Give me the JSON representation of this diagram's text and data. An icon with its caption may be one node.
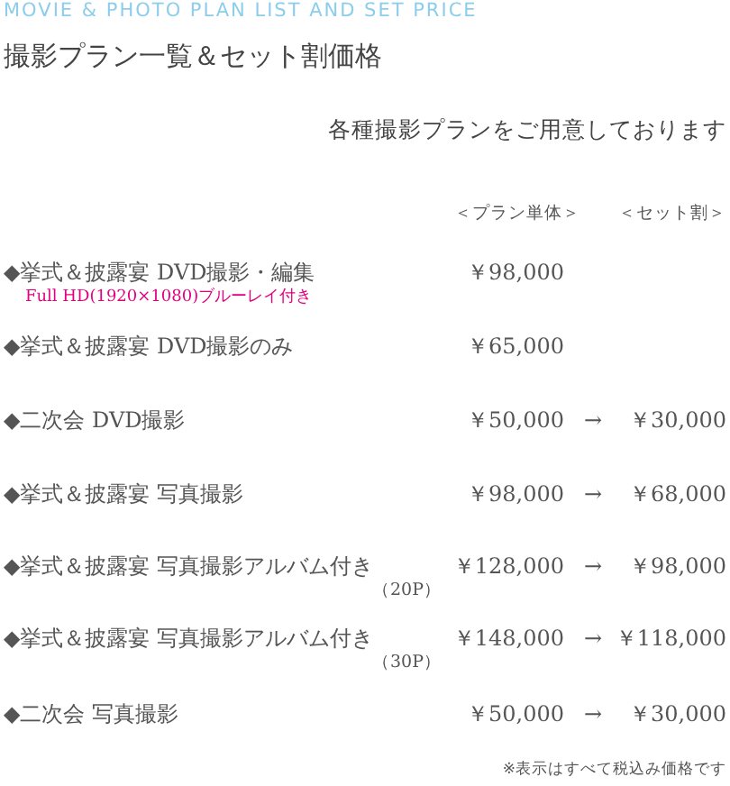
{
  "diagram": {
    "title": "撮影プラン一覧＆セット割価格",
    "labels": [
      "MOVIE & PHOTO PLAN LIST AND SET PRICE",
      "各種撮影プランをご用意しております",
      "＜プラン単体＞",
      "＜セット割＞",
      "◆挙式＆披露宴 DVD撮影・編集",
      "Full HD(1920×1080)ブルーレイ付き",
      "￥98,000",
      "◆挙式＆披露宴 DVD撮影のみ",
      "￥65,000",
      "◆二次会 DVD撮影",
      "￥50,000",
      "→",
      "￥30,000",
      "◆挙式＆披露宴 写真撮影",
      "￥98,000",
      "→",
      "￥68,000",
      "◆挙式＆披露宴 写真撮影アルバム付き",
      "￥128,000",
      "→",
      "￥98,000",
      "（20P）",
      "◆挙式＆披露宴 写真撮影アルバム付き",
      "￥148,000",
      "→",
      "￥118,000",
      "（30P）",
      "◆二次会 写真撮影",
      "￥50,000",
      "→",
      "￥30,000",
      "※表示はすべて税込み価格です"
    ]
  }
}
